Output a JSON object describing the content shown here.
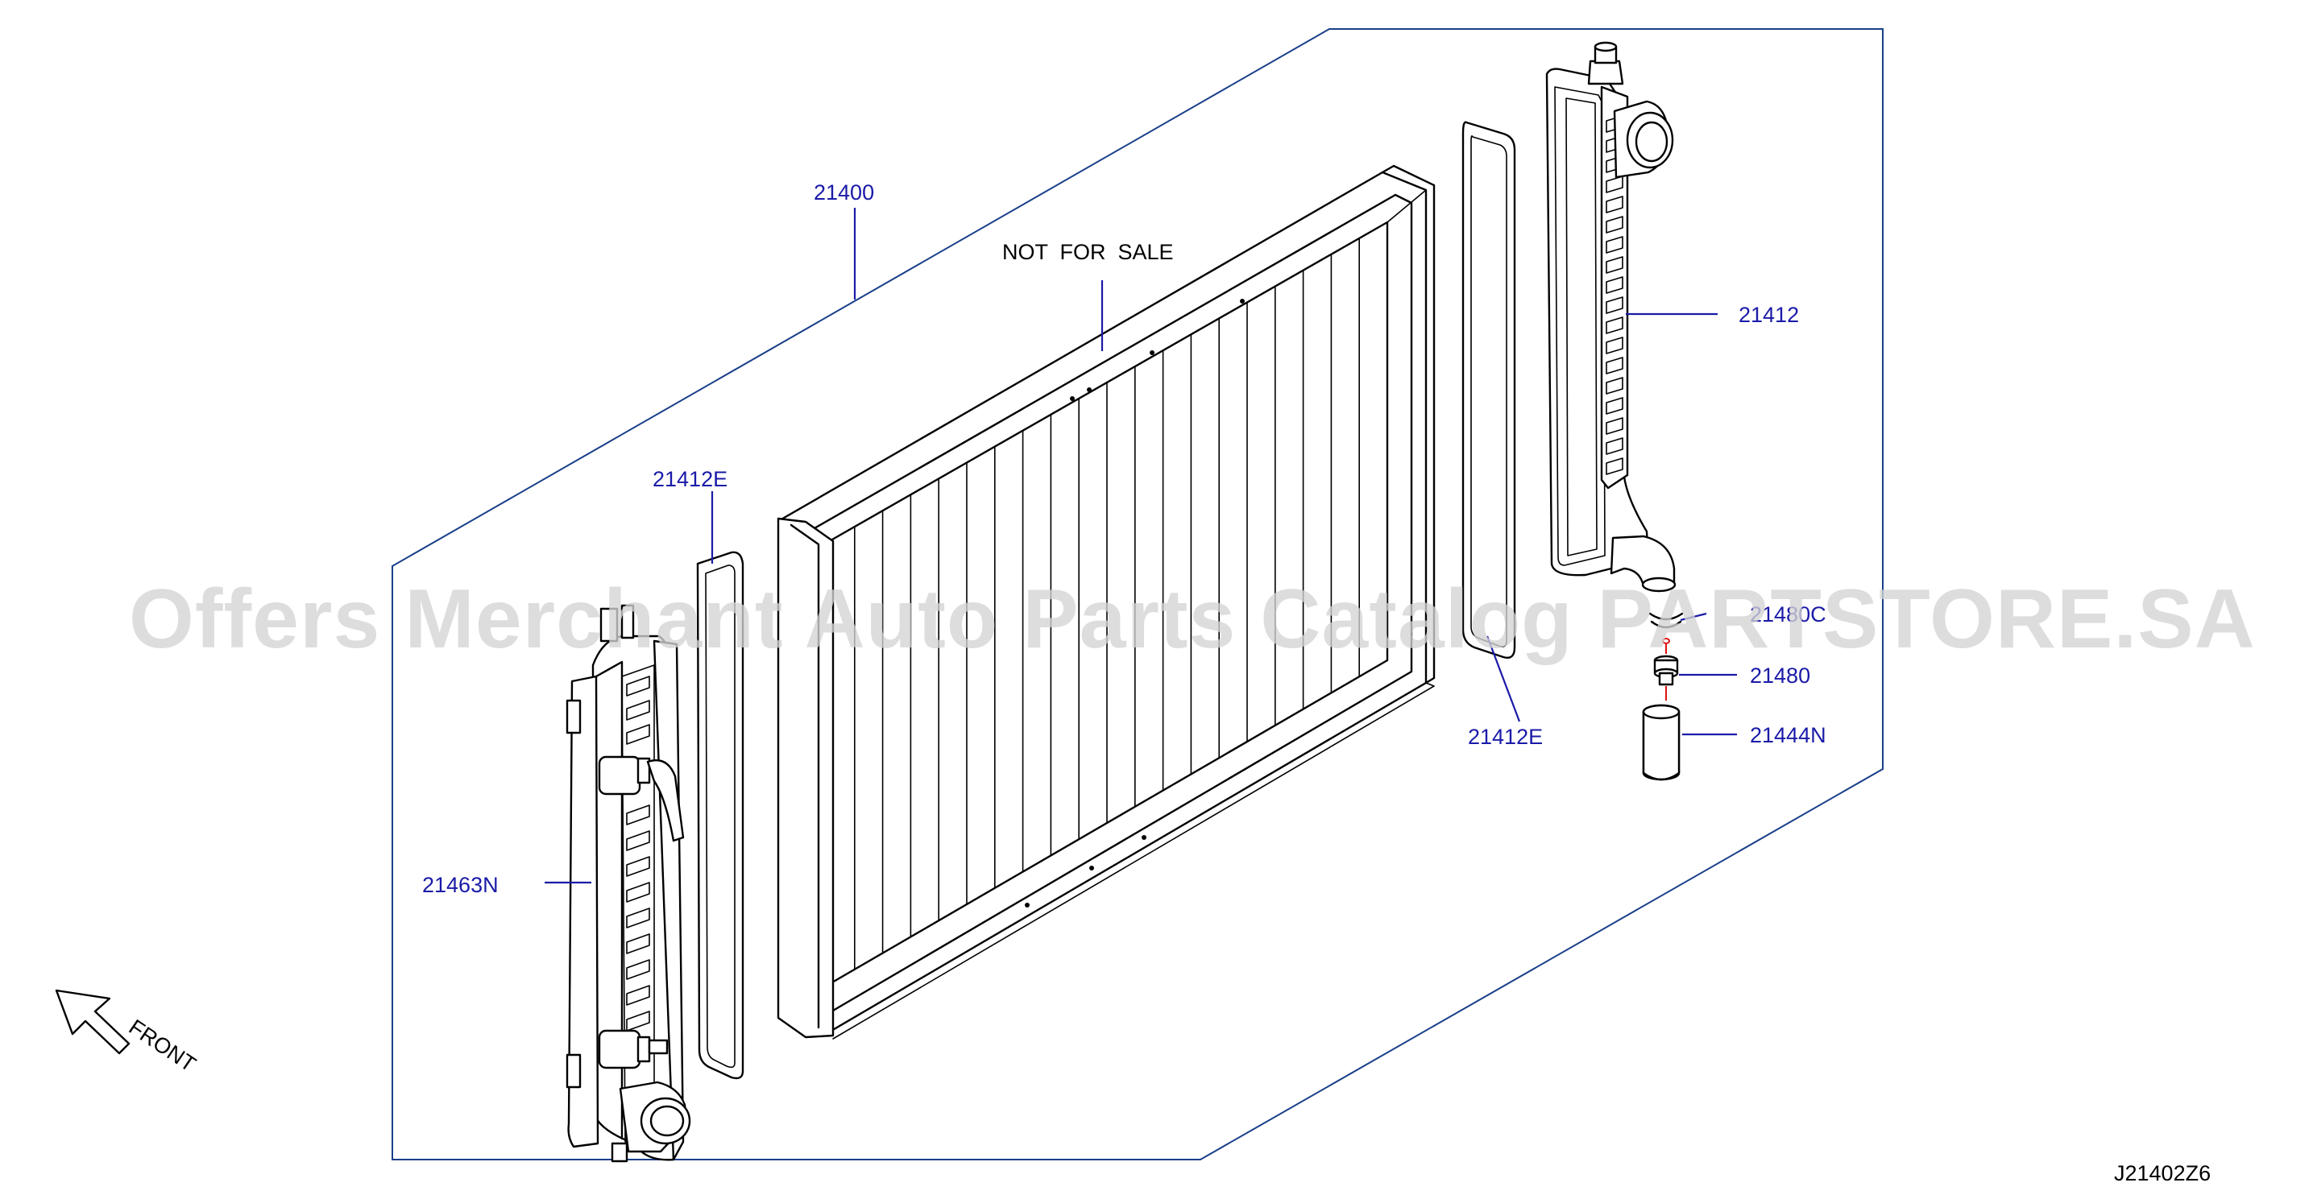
{
  "watermark": "Offers Merchant Auto Parts Catalog PARTSTORE.SA",
  "notice": "NOT  FOR  SALE",
  "direction": "FRONT",
  "diagram_code": "J21402Z6",
  "labels": {
    "radiator_assembly": "21400",
    "left_seal": "21412E",
    "right_seal": "21412E",
    "right_tank": "21412",
    "drain_seal": "21480C",
    "drain_plug": "21480",
    "drain_sleeve": "21444N",
    "left_tank": "21463N"
  },
  "colors": {
    "part_number": "#1a1aa8",
    "outline": "#1a3f8a",
    "watermark": "#d3d3d3"
  }
}
